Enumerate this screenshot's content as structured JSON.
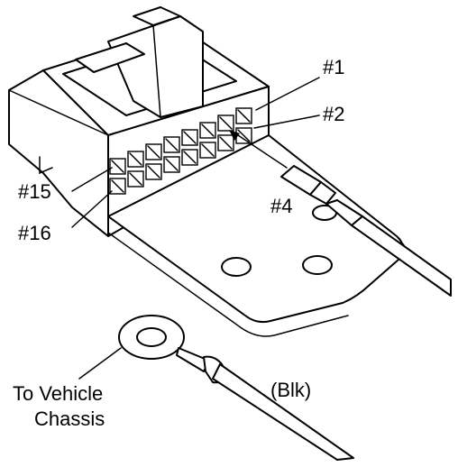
{
  "labels": {
    "pin1": "#1",
    "pin2": "#2",
    "pin4": "#4",
    "pin15": "#15",
    "pin16": "#16",
    "wire_color": "(Blk)",
    "ground_line1": "To Vehicle",
    "ground_line2": "Chassis"
  },
  "icons": {
    "connector": "16-pin-connector-illustration",
    "terminal": "pin-terminal-illustration",
    "ring": "ring-terminal-illustration"
  },
  "colors": {
    "line": "#000000",
    "fill": "#ffffff"
  }
}
